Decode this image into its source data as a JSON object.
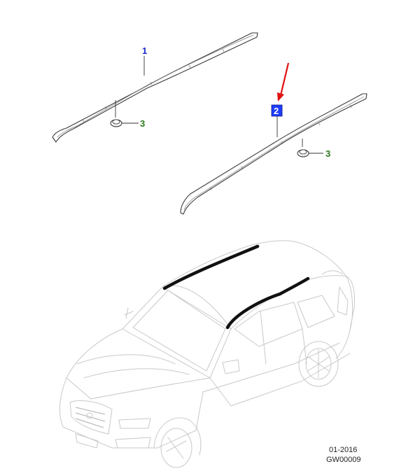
{
  "diagram": {
    "callouts": {
      "rail_left": "1",
      "rail_right": "2",
      "fastener_left": "3",
      "fastener_right": "3"
    },
    "footer": {
      "date": "01-2016",
      "code": "GW00009"
    },
    "colors": {
      "callout_1": "#1a2ccc",
      "callout_3": "#2b7a1e",
      "callout_2_highlight_bg": "#1e3cff",
      "callout_2_text": "#ffffff",
      "arrow": "#e01010",
      "car_lines": "#c9c9c9",
      "roof_rails_on_car": "#111111"
    }
  }
}
